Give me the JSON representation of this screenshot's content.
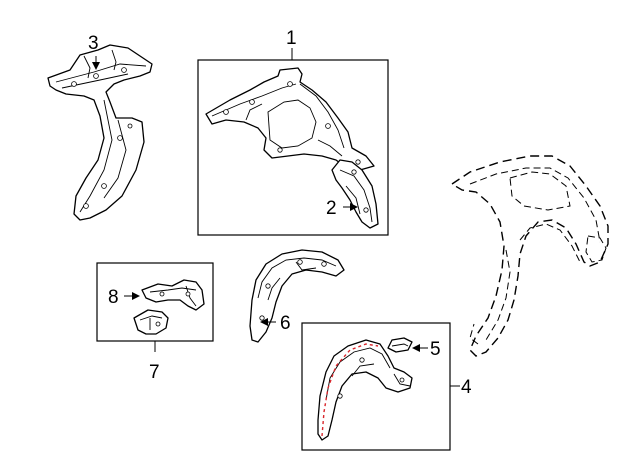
{
  "diagram": {
    "callouts": {
      "c1": "1",
      "c2": "2",
      "c3": "3",
      "c4": "4",
      "c5": "5",
      "c6": "6",
      "c7": "7",
      "c8": "8"
    },
    "colors": {
      "line": "#000000",
      "background": "#ffffff",
      "highlight": "#d9262c"
    }
  }
}
